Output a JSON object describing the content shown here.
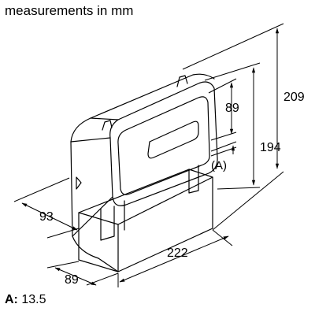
{
  "header": {
    "units_note": "measurements in mm"
  },
  "dimensions": {
    "overall_height": "209",
    "outlet_height": "194",
    "opening_height": "89",
    "outlet_depth": "93",
    "base_width": "89",
    "length": "222"
  },
  "callout": {
    "label": "(A)"
  },
  "footnote": {
    "key": "A:",
    "value": "13.5"
  }
}
